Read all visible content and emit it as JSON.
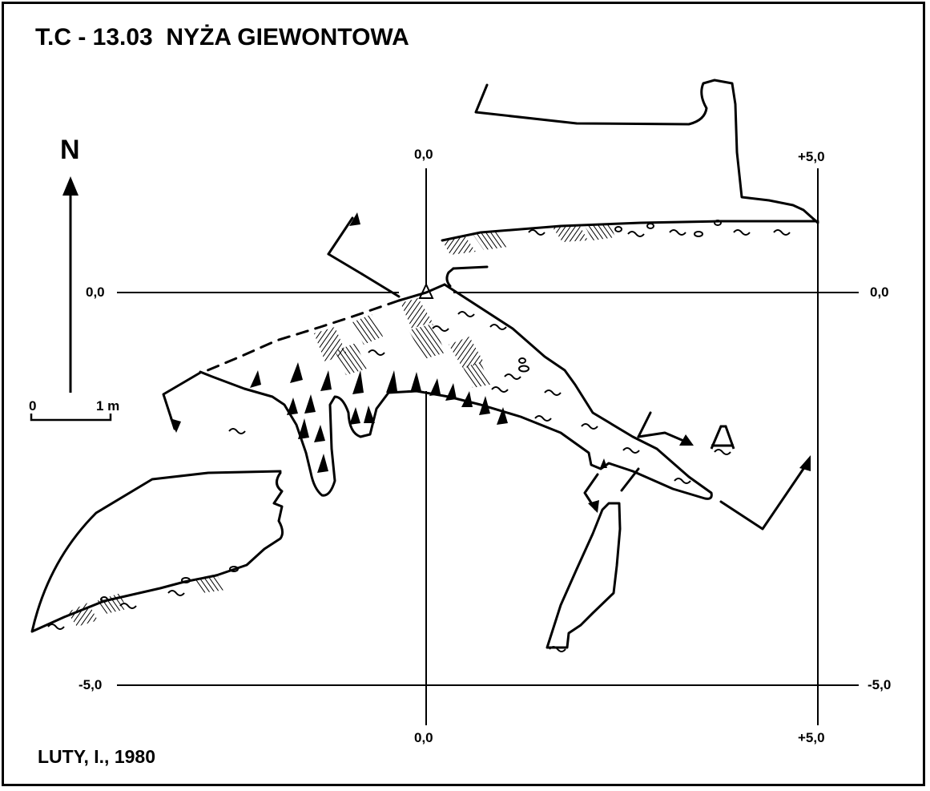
{
  "title": "T.C - 13.03  NYŻA GIEWONTOWA",
  "author": "LUTY, I., 1980",
  "north_label": "N",
  "scale_bar": {
    "start_label": "0",
    "end_label": "1 m"
  },
  "grid": {
    "x_axis_top_labels": [
      "0,0",
      "+5,0"
    ],
    "x_axis_bottom_labels": [
      "0,0",
      "+5,0"
    ],
    "y_axis_left_labels": [
      "0,0",
      "-5,0"
    ],
    "y_axis_right_labels": [
      "0,0",
      "-5,0"
    ]
  },
  "colors": {
    "ink": "#000000",
    "paper": "#ffffff"
  },
  "symbols": [
    "datum-triangle-symbol",
    "dripstone-triangle-symbol",
    "clay-tilde-symbol",
    "rubble-hatch-symbol",
    "pebble-symbol"
  ]
}
